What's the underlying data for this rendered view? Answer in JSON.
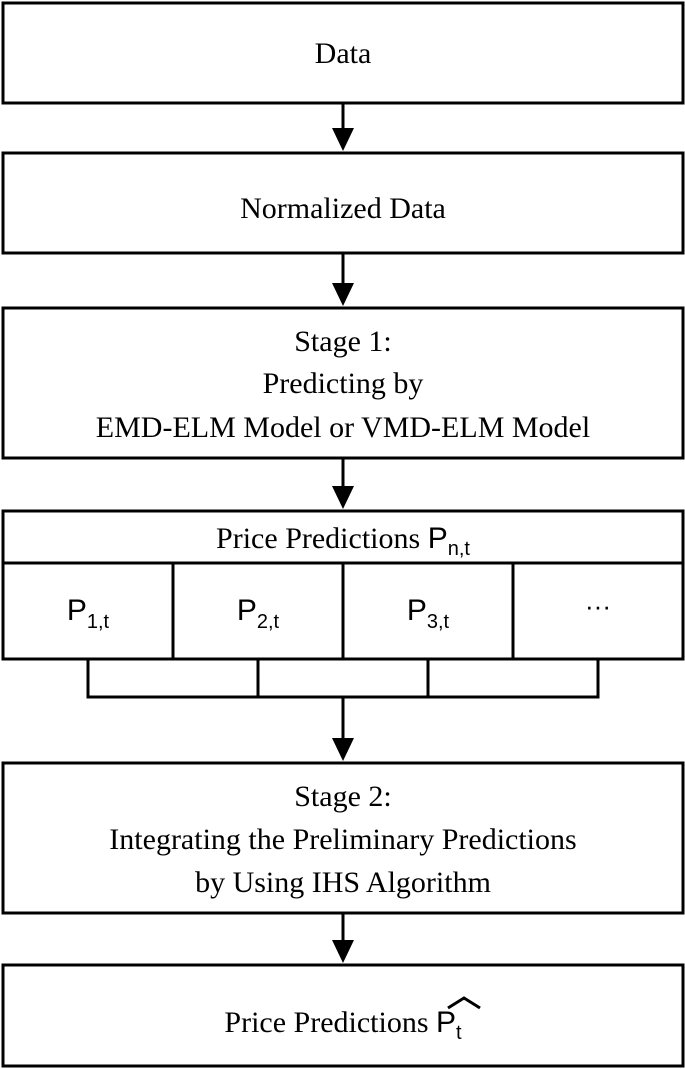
{
  "flowchart": {
    "data_box": "Data",
    "normalized_box": "Normalized Data",
    "stage1": {
      "line1": "Stage 1:",
      "line2": "Predicting by",
      "line3": "EMD-ELM Model or VMD-ELM Model"
    },
    "predictions": {
      "header_prefix": "Price Predictions ",
      "header_symbol": "P",
      "header_subscript": "n,t",
      "cells": [
        {
          "symbol": "P",
          "subscript": "1,t"
        },
        {
          "symbol": "P",
          "subscript": "2,t"
        },
        {
          "symbol": "P",
          "subscript": "3,t"
        },
        {
          "symbol": "···",
          "subscript": ""
        }
      ]
    },
    "stage2": {
      "line1": "Stage 2:",
      "line2": "Integrating the Preliminary Predictions",
      "line3": "by Using IHS Algorithm"
    },
    "final_box": {
      "prefix": "Price Predictions ",
      "symbol": "P",
      "subscript": "t"
    }
  }
}
